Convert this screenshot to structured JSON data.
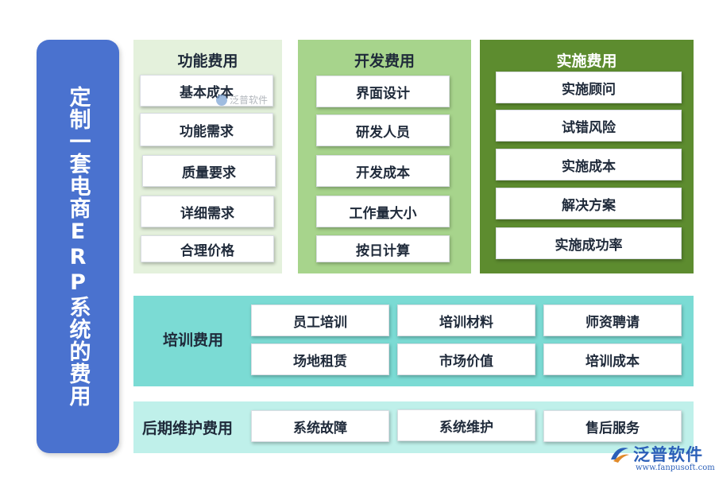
{
  "sidebar": {
    "title": "定制一套电商ERP系统的费用"
  },
  "panels": {
    "func": {
      "title": "功能费用",
      "items": [
        "基本成本",
        "功能需求",
        "质量要求",
        "详细需求",
        "合理价格"
      ]
    },
    "dev": {
      "title": "开发费用",
      "items": [
        "界面设计",
        "研发人员",
        "开发成本",
        "工作量大小",
        "按日计算"
      ]
    },
    "impl": {
      "title": "实施费用",
      "items": [
        "实施顾问",
        "试错风险",
        "实施成本",
        "解决方案",
        "实施成功率"
      ]
    }
  },
  "training": {
    "title": "培训费用",
    "items": [
      "员工培训",
      "培训材料",
      "师资聘请",
      "场地租赁",
      "市场价值",
      "培训成本"
    ]
  },
  "maintenance": {
    "title": "后期维护费用",
    "items": [
      "系统故障",
      "系统维护",
      "售后服务"
    ]
  },
  "watermark": {
    "text": "泛普软件"
  },
  "logo": {
    "name": "泛普软件",
    "url": "www.fanpusoft.com"
  },
  "colors": {
    "sidebar": "#4a72cf",
    "func_panel": "#e4f1dc",
    "dev_panel": "#a7d48c",
    "impl_panel": "#5d8c2f",
    "training_panel": "#7bdbd4",
    "maintenance_panel": "#bff0ea"
  }
}
